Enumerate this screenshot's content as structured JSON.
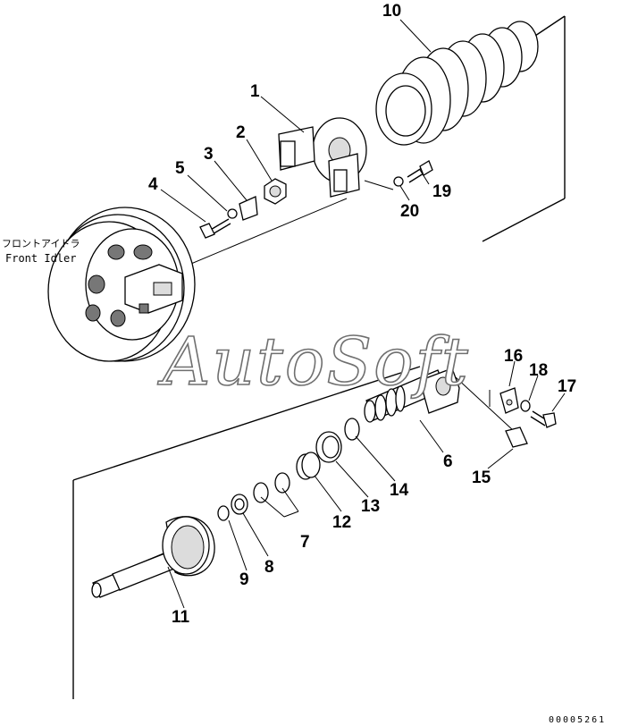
{
  "watermark": "AutoSoft",
  "drawing_number": "00005261",
  "front_idler_label_jp": "フロントアイドラ",
  "front_idler_label_en": "Front Idler",
  "callouts": {
    "p1": "1",
    "p2": "2",
    "p3": "3",
    "p4": "4",
    "p5": "5",
    "p6": "6",
    "p7": "7",
    "p8": "8",
    "p9": "9",
    "p10": "10",
    "p11": "11",
    "p12": "12",
    "p13": "13",
    "p14": "14",
    "p15": "15",
    "p16": "16",
    "p17": "17",
    "p18": "18",
    "p19": "19",
    "p20": "20"
  }
}
